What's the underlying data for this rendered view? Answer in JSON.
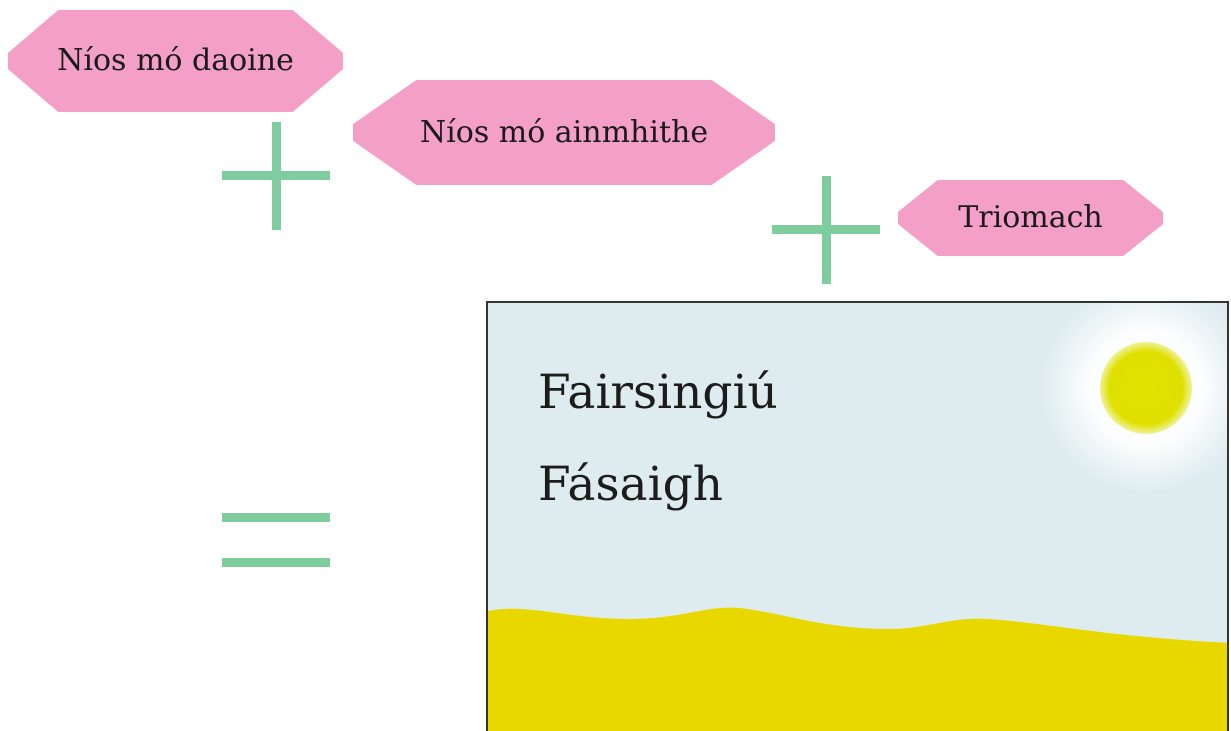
{
  "boxes": {
    "first": "Níos mó daoine",
    "second": "Níos mó ainmhithe",
    "third": "Triomach"
  },
  "operators": {
    "plus_1": "plus-sign",
    "plus_2": "plus-sign",
    "equals": "equals-sign"
  },
  "result": {
    "line_1": "Fairsingiú",
    "line_2": "Fásaigh"
  },
  "colors": {
    "box_fill": "#f49fc8",
    "operator": "#7fcc9e",
    "sky": "#deecf0",
    "sun": "#e0e000",
    "sand": "#e8d800"
  }
}
